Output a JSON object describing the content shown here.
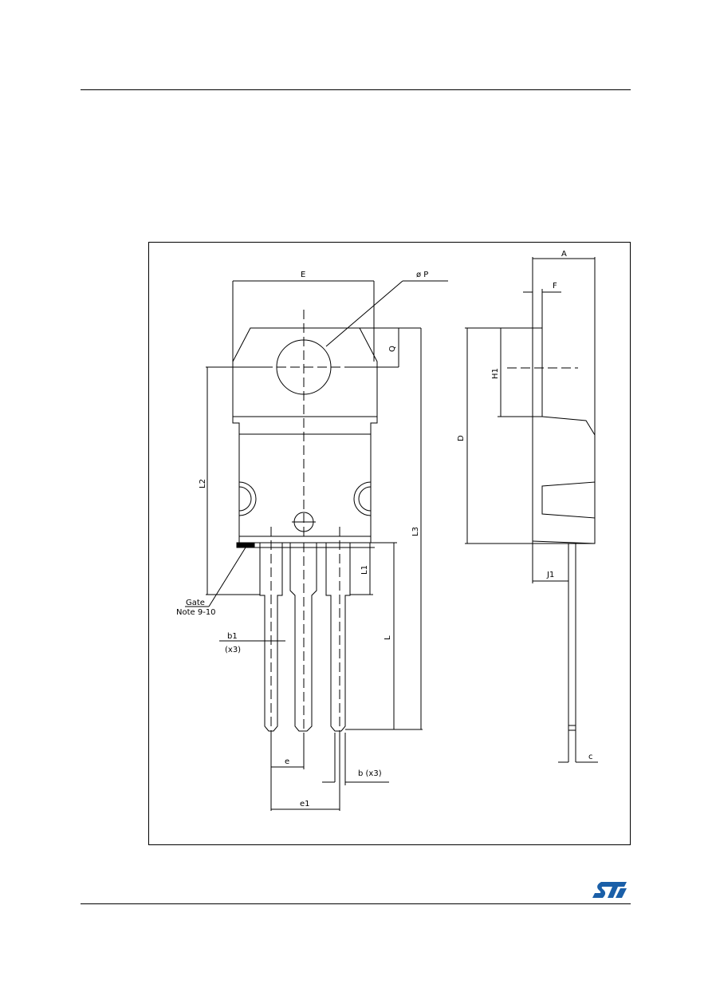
{
  "drawing": {
    "labels": {
      "E": "E",
      "phi_p": "ø P",
      "Q": "Q",
      "L2": "L2",
      "L3": "L3",
      "L1": "L1",
      "L": "L",
      "gate": "Gate",
      "note": "Note 9-10",
      "b1": "b1",
      "x3": "(x3)",
      "e": "e",
      "e1": "e1",
      "b_x3": "b (x3)",
      "A": "A",
      "F": "F",
      "H1": "H1",
      "D": "D",
      "J1": "J1",
      "c": "c"
    }
  },
  "colors": {
    "line": "#000000",
    "logo": "#1a5fa8"
  },
  "footer": {
    "logo_icon": "st-logo-icon"
  }
}
